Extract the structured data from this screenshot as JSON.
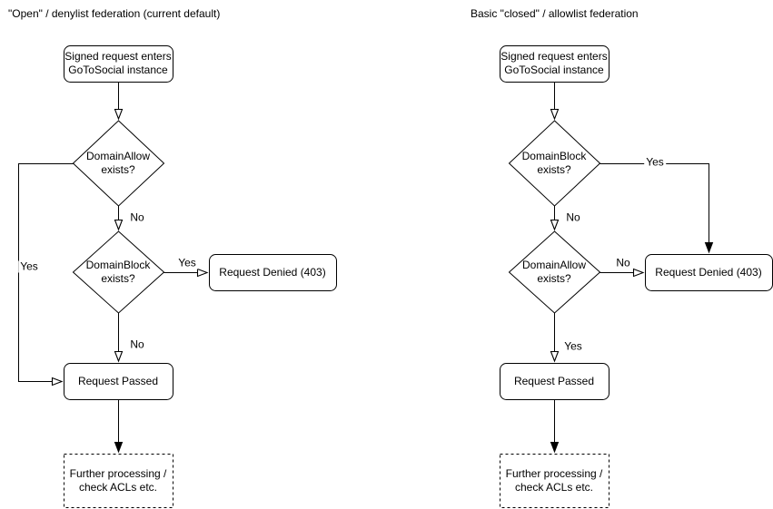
{
  "colors": {
    "stroke": "#000000",
    "shape_fill": "#ffffff",
    "text": "#000000",
    "background": "#ffffff"
  },
  "diagrams": {
    "left": {
      "title": "\"Open\" / denylist federation (current default)",
      "nodes": {
        "start": "Signed request enters\nGoToSocial instance",
        "decision1": "DomainAllow\nexists?",
        "decision2": "DomainBlock\nexists?",
        "denied": "Request Denied (403)",
        "passed": "Request Passed",
        "further": "Further processing /\ncheck ACLs etc."
      },
      "edge_labels": {
        "decision1_no": "No",
        "decision1_yes": "Yes",
        "decision2_yes": "Yes",
        "decision2_no": "No"
      }
    },
    "right": {
      "title": "Basic \"closed\" / allowlist federation",
      "nodes": {
        "start": "Signed request enters\nGoToSocial instance",
        "decision1": "DomainBlock\nexists?",
        "decision2": "DomainAllow\nexists?",
        "denied": "Request Denied (403)",
        "passed": "Request Passed",
        "further": "Further processing /\ncheck ACLs etc."
      },
      "edge_labels": {
        "decision1_yes": "Yes",
        "decision1_no": "No",
        "decision2_no": "No",
        "decision2_yes": "Yes"
      }
    }
  }
}
